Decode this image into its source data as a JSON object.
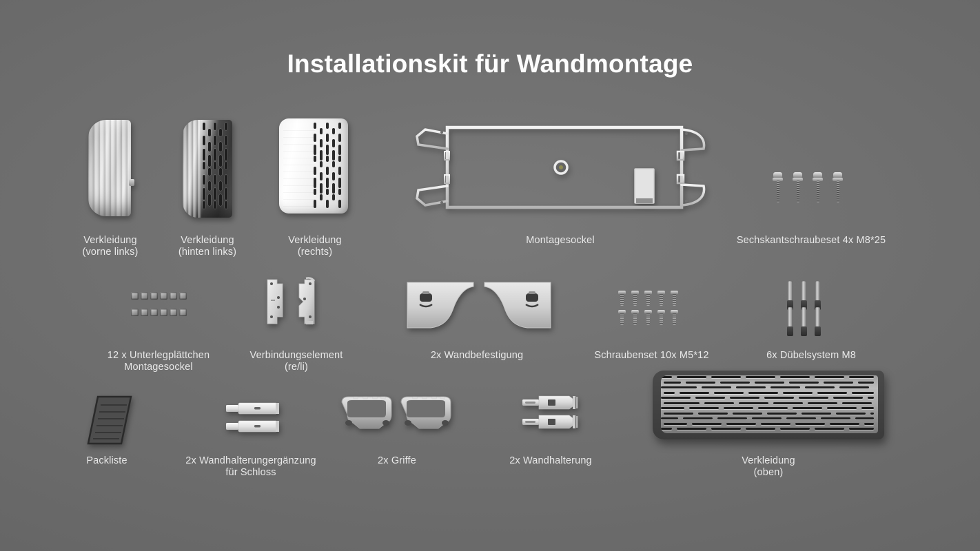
{
  "page": {
    "title": "Installationskit für Wandmontage",
    "background_color": "#717171",
    "text_color": "#e8e8e8",
    "title_color": "#fdfdfd"
  },
  "parts": [
    {
      "id": "verkleidung-vorne-links",
      "label": "Verkleidung\n(vorne links)",
      "icon": "ribbed-panel-part",
      "row": 1
    },
    {
      "id": "verkleidung-hinten-links",
      "label": "Verkleidung\n(hinten links)",
      "icon": "slotted-panel-part",
      "row": 1
    },
    {
      "id": "verkleidung-rechts",
      "label": "Verkleidung\n(rechts)",
      "icon": "white-curved-panel-part",
      "row": 1
    },
    {
      "id": "montagesockel",
      "label": "Montagesockel",
      "icon": "mounting-base-frame-part",
      "row": 1
    },
    {
      "id": "sechskantschraubeset",
      "label": "Sechskantschraubeset 4x M8*25",
      "icon": "hex-bolt-set-part",
      "count": 4,
      "row": 1
    },
    {
      "id": "unterlegplaettchen",
      "label": "12 x Unterlegplättchen\nMontagesockel",
      "icon": "washer-shim-set-part",
      "count": 12,
      "row": 2
    },
    {
      "id": "verbindungselement",
      "label": "Verbindungselement\n(re/li)",
      "icon": "connector-plate-pair-part",
      "row": 2
    },
    {
      "id": "wandbefestigung",
      "label": "2x Wandbefestigung",
      "icon": "wall-mount-bracket-pair-part",
      "count": 2,
      "row": 2
    },
    {
      "id": "schraubenset",
      "label": "Schraubenset 10x M5*12",
      "icon": "screw-set-part",
      "count": 10,
      "row": 2
    },
    {
      "id": "duebelsystem",
      "label": "6x Dübelsystem M8",
      "icon": "dowel-anchor-set-part",
      "count": 6,
      "row": 2
    },
    {
      "id": "packliste",
      "label": "Packliste",
      "icon": "packing-list-sheet-part",
      "row": 3
    },
    {
      "id": "wandhalterungergaenzung",
      "label": "2x Wandhalterungergänzung\nfür Schloss",
      "icon": "lock-supplement-bar-pair-part",
      "count": 2,
      "row": 3
    },
    {
      "id": "griffe",
      "label": "2x Griffe",
      "icon": "handle-ring-pair-part",
      "count": 2,
      "row": 3
    },
    {
      "id": "wandhalterung",
      "label": "2x Wandhalterung",
      "icon": "wall-holder-pair-part",
      "count": 2,
      "row": 3
    },
    {
      "id": "verkleidung-oben",
      "label": "Verkleidung\n(oben)",
      "icon": "slotted-grille-panel-part",
      "row": 3
    }
  ]
}
